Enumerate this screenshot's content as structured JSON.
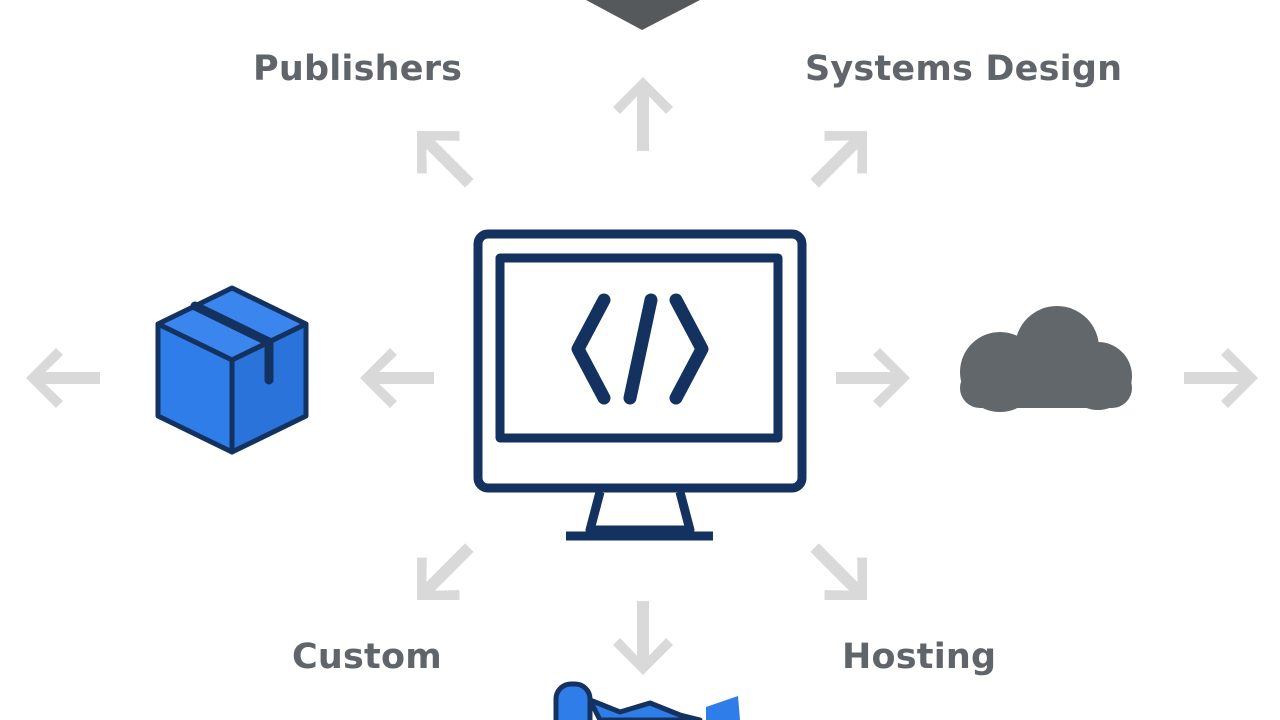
{
  "labels": {
    "top_left": "Publishers",
    "top_right": "Systems Design",
    "bottom_left": "Custom",
    "bottom_right": "Hosting"
  },
  "icons": {
    "center": "monitor-code-icon",
    "left": "package-box-icon",
    "right": "cloud-icon",
    "top": "shield-icon",
    "bottom": "handshake-icon"
  },
  "colors": {
    "monitor_stroke": "#13325f",
    "box_fill": "#2f7de9",
    "box_stroke": "#13325f",
    "cloud_fill": "#62676b",
    "arrow_fill": "#d9d9d9",
    "label_text": "#60656b",
    "top_shape_fill": "#55595c"
  }
}
